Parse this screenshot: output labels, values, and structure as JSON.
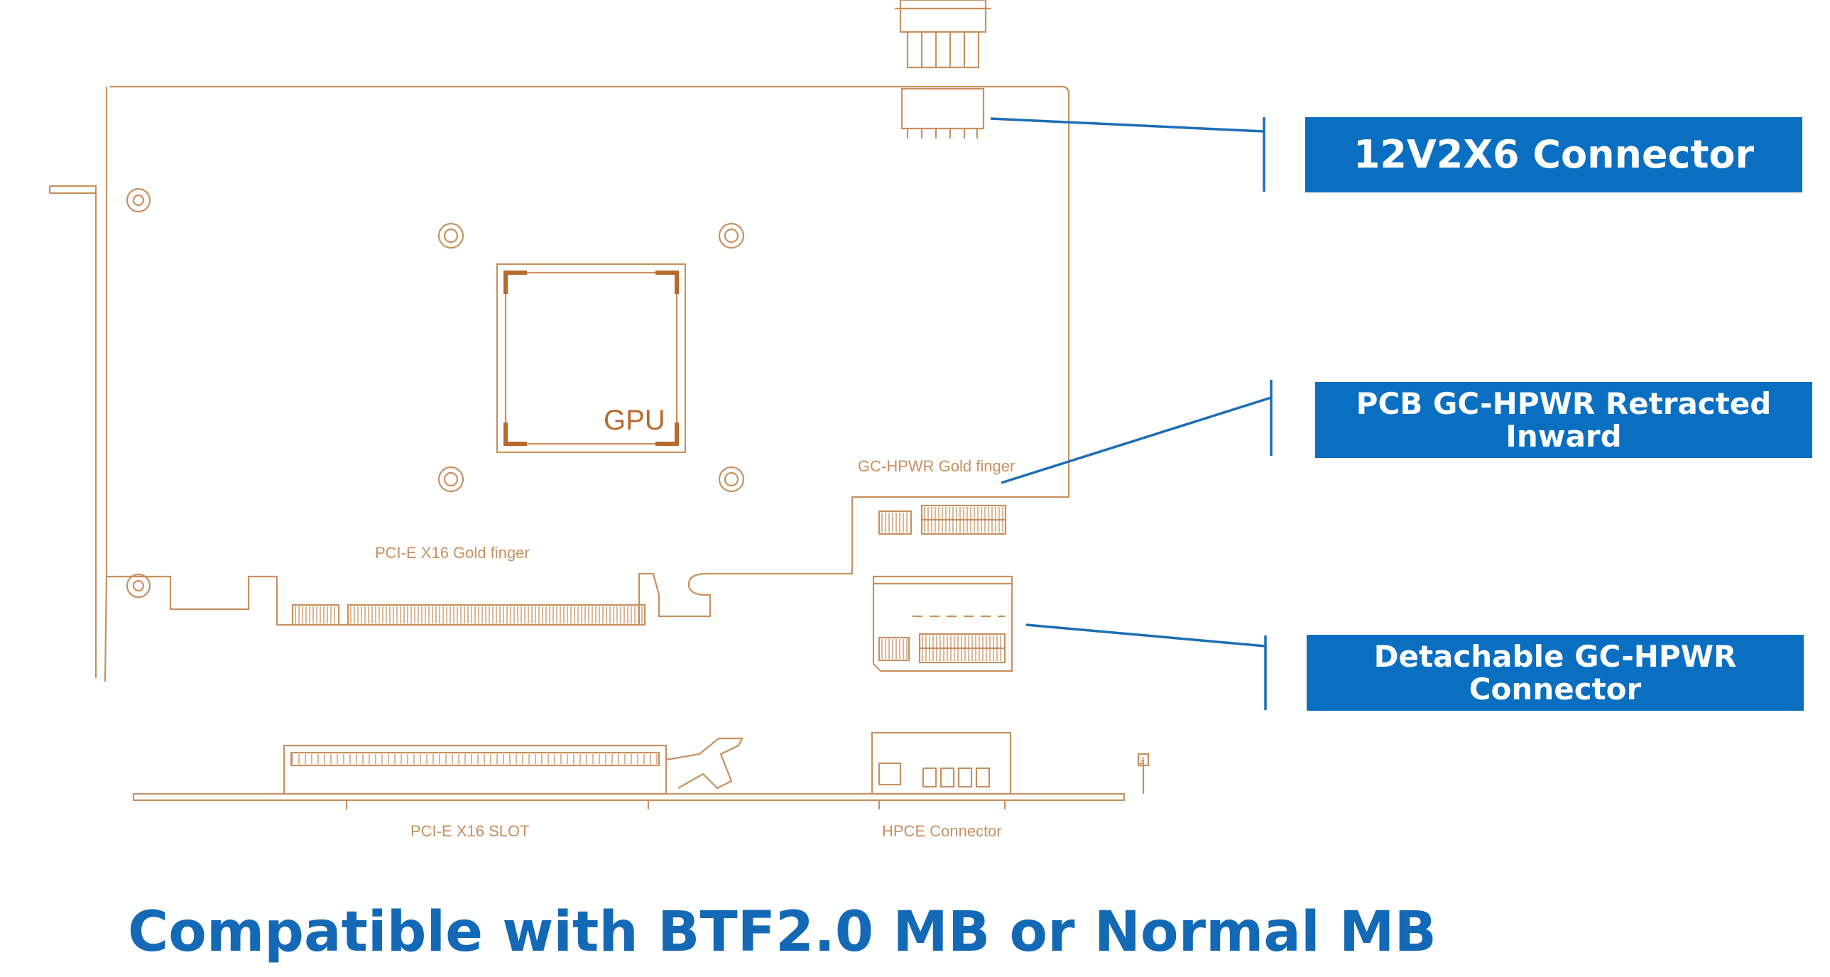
{
  "colors": {
    "outline": "#c8905e",
    "outline_dark": "#b86a2e",
    "accent_blue": "#0b6fc1",
    "callout_line": "#1c6eb5",
    "title_blue": "#1469b6"
  },
  "diagram": {
    "gpu_label": "GPU",
    "gc_hpwr_finger_label": "GC-HPWR Gold finger",
    "pcie_finger_label": "PCI-E X16 Gold finger",
    "pcie_slot_label": "PCI-E X16 SLOT",
    "hpce_label": "HPCE Connector",
    "axis_marker": "Z"
  },
  "callouts": [
    {
      "label": "12V2X6 Connector"
    },
    {
      "label": "PCB GC-HPWR Retracted Inward"
    },
    {
      "label": "Detachable GC-HPWR Connector"
    }
  ],
  "footer": {
    "title": "Compatible with BTF2.0 MB or Normal MB"
  }
}
